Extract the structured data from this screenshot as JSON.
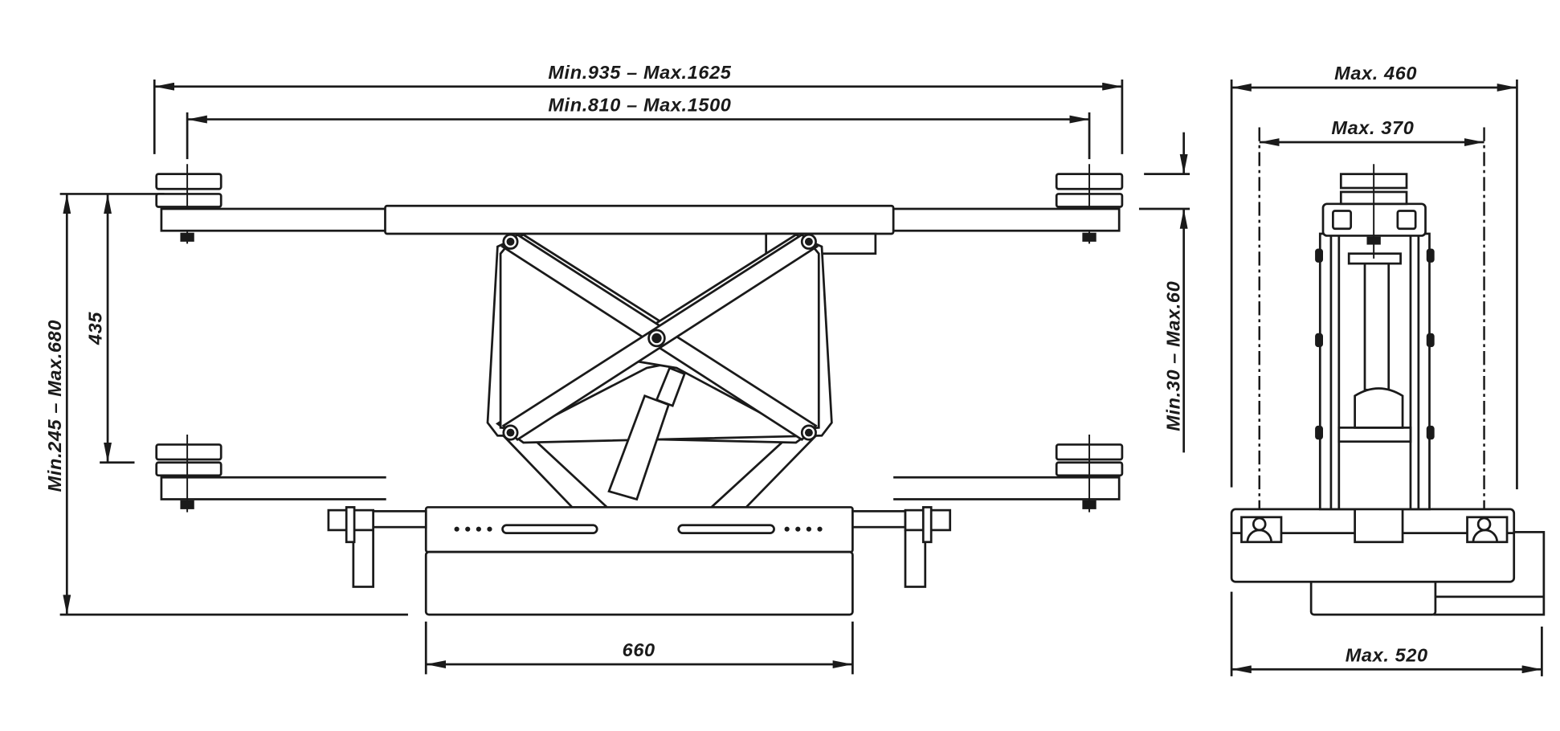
{
  "drawing": {
    "side_view": {
      "overall_width": "Min.935  –  Max.1625",
      "pad_spacing": "Min.810  –  Max.1500",
      "total_height": "Min.245  –  Max.680",
      "stroke_height": "435",
      "base_width": "660",
      "pad_height": "Min.30  –  Max.60"
    },
    "end_view": {
      "outer_width": "Max.  460",
      "pad_spacing": "Max.  370",
      "base_width": "Max.  520"
    },
    "line_color": "#1a1a1a"
  }
}
